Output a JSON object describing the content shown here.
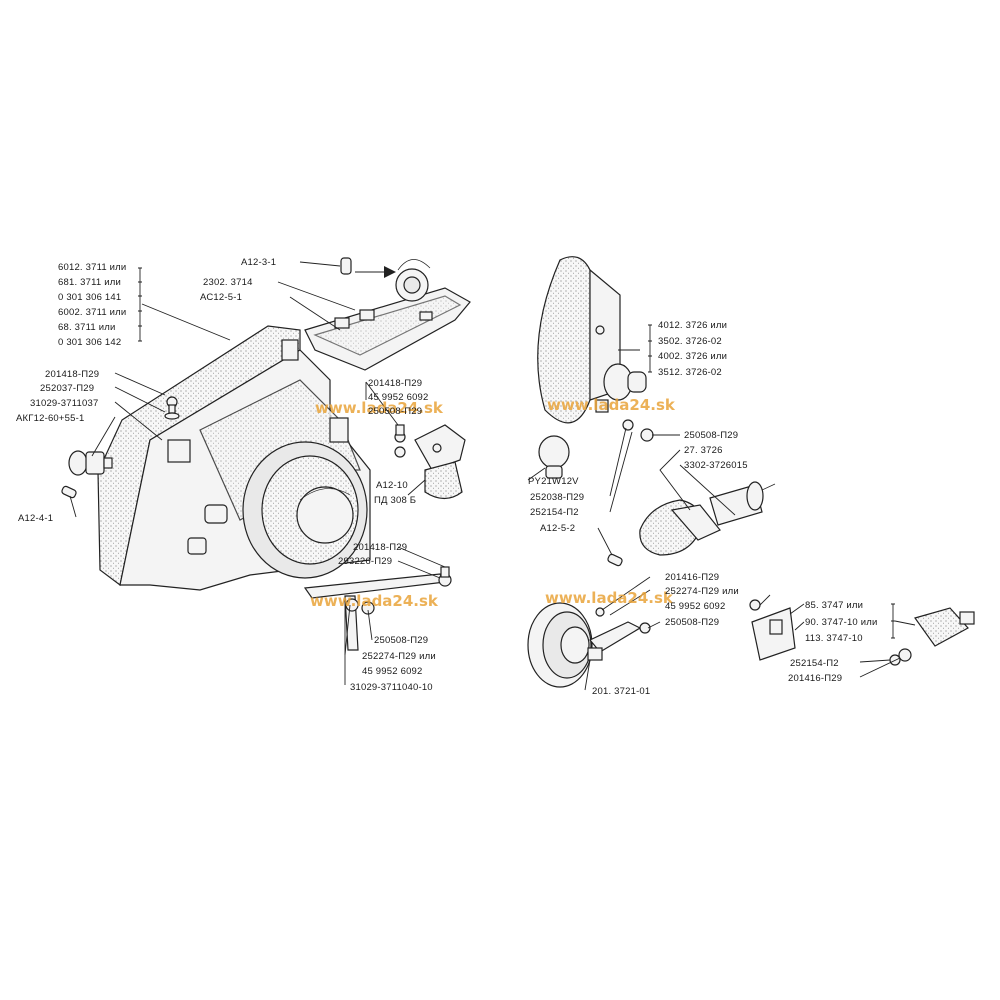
{
  "watermarks": [
    "www.lada24.sk",
    "www.lada24.sk",
    "www.lada24.sk",
    "www.lada24.sk"
  ],
  "labels": {
    "headlamp_a": "6012. 3711 или",
    "headlamp_b": "681. 3711 или",
    "headlamp_c": "0 301 306 141",
    "headlamp_d": "6002. 3711 или",
    "headlamp_e": "68. 3711 или",
    "headlamp_f": "0 301 306 142",
    "bulb_a12_3_1": "А12-3-1",
    "holder_2302": "2302. 3714",
    "bulb_ac12_5_1": "АС12-5-1",
    "bolt_201418_a": "201418-П29",
    "washer_252037": "252037-П29",
    "part_31029_3711037": "31029-3711037",
    "bulb_akg12": "АКГ12-60+55-1",
    "bulb_a12_4_1": "А12-4-1",
    "bolt_201418_b": "201418-П29",
    "nut_4599526092_a": "45 9952 6092",
    "nut_250508_a": "250508-П29",
    "bulb_a12_10": "А12-10",
    "motor_pd308b": "ПД 308 Б",
    "bolt_201418_c": "201418-П29",
    "washer_293226": "293226-П29",
    "nut_250508_b": "250508-П29",
    "washer_252274_a": "252274-П29 или",
    "nut_4599526092_b": "45 9952 6092",
    "bracket_31029_3711040": "31029-3711040-10",
    "turn_a": "4012. 3726 или",
    "turn_b": "3502. 3726-02",
    "turn_c": "4002. 3726 или",
    "turn_d": "3512. 3726-02",
    "bulb_py21w": "PY21W12V",
    "washer_252038": "252038-П29",
    "washer_252154_a": "252154-П2",
    "nut_250508_c": "250508-П29",
    "side_27_3726": "27. 3726",
    "side_3302": "3302-3726015",
    "bulb_a12_5_2": "А12-5-2",
    "bolt_201416_a": "201416-П29",
    "washer_252274_b": "252274-П29 или",
    "nut_4599526092_c": "45 9952 6092",
    "nut_250508_d": "250508-П29",
    "horn_201_3721": "201. 3721-01",
    "relay_a": "85. 3747 или",
    "relay_b": "90. 3747-10 или",
    "relay_c": "113. 3747-10",
    "washer_252154_b": "252154-П2",
    "bolt_201416_b": "201416-П29"
  }
}
